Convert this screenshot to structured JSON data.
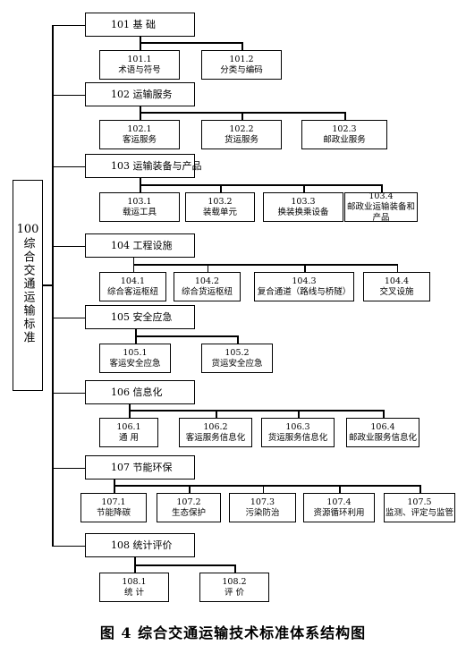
{
  "root": {
    "code": "100",
    "title": "综合交通运输标准"
  },
  "categories": [
    {
      "code": "101",
      "name": "基 础",
      "children": [
        {
          "code": "101.1",
          "name": "术语与符号"
        },
        {
          "code": "101.2",
          "name": "分类与编码"
        }
      ]
    },
    {
      "code": "102",
      "name": "运输服务",
      "children": [
        {
          "code": "102.1",
          "name": "客运服务"
        },
        {
          "code": "102.2",
          "name": "货运服务"
        },
        {
          "code": "102.3",
          "name": "邮政业服务"
        }
      ]
    },
    {
      "code": "103",
      "name": "运输装备与产品",
      "children": [
        {
          "code": "103.1",
          "name": "载运工具"
        },
        {
          "code": "103.2",
          "name": "装载单元"
        },
        {
          "code": "103.3",
          "name": "换装换乘设备"
        },
        {
          "code": "103.4",
          "name": "邮政业运输装备和产品"
        }
      ]
    },
    {
      "code": "104",
      "name": "工程设施",
      "children": [
        {
          "code": "104.1",
          "name": "综合客运枢纽"
        },
        {
          "code": "104.2",
          "name": "综合货运枢纽"
        },
        {
          "code": "104.3",
          "name": "复合通道（路线与桥隧）"
        },
        {
          "code": "104.4",
          "name": "交叉设施"
        }
      ]
    },
    {
      "code": "105",
      "name": "安全应急",
      "children": [
        {
          "code": "105.1",
          "name": "客运安全应急"
        },
        {
          "code": "105.2",
          "name": "货运安全应急"
        }
      ]
    },
    {
      "code": "106",
      "name": "信息化",
      "children": [
        {
          "code": "106.1",
          "name": "通 用"
        },
        {
          "code": "106.2",
          "name": "客运服务信息化"
        },
        {
          "code": "106.3",
          "name": "货运服务信息化"
        },
        {
          "code": "106.4",
          "name": "邮政业服务信息化"
        }
      ]
    },
    {
      "code": "107",
      "name": "节能环保",
      "children": [
        {
          "code": "107.1",
          "name": "节能降碳"
        },
        {
          "code": "107.2",
          "name": "生态保护"
        },
        {
          "code": "107.3",
          "name": "污染防治"
        },
        {
          "code": "107.4",
          "name": "资源循环利用"
        },
        {
          "code": "107.5",
          "name": "监测、评定与监管"
        }
      ]
    },
    {
      "code": "108",
      "name": "统计评价",
      "children": [
        {
          "code": "108.1",
          "name": "统 计"
        },
        {
          "code": "108.2",
          "name": "评 价"
        }
      ]
    }
  ],
  "caption": "图 4   综合交通运输技术标准体系结构图"
}
